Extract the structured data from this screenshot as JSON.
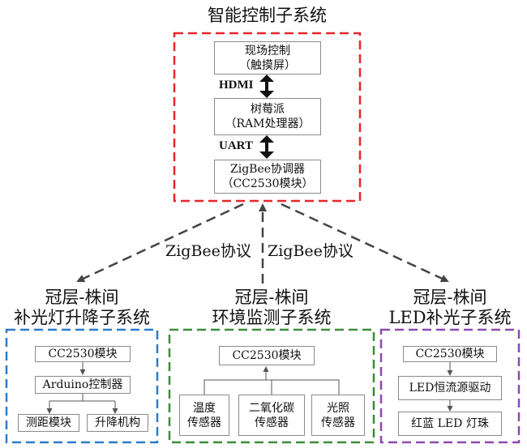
{
  "main": {
    "title": "智能控制子系统",
    "boxes": [
      {
        "line1": "现场控制",
        "line2": "（触摸屏）"
      },
      {
        "line1": "树莓派",
        "line2": "（RAM处理器）"
      },
      {
        "line1": "ZigBee协调器",
        "line2": "（CC2530模块）"
      }
    ],
    "link1": "HDMI",
    "link2": "UART"
  },
  "protocols": [
    "ZigBee协议",
    "ZigBee协议"
  ],
  "subsystems": [
    {
      "title_line1": "冠层-株间",
      "title_line2": "补光灯升降子系统",
      "module": "CC2530模块",
      "controller": "Arduino控制器",
      "leaves": [
        "测距模块",
        "升降机构"
      ]
    },
    {
      "title_line1": "冠层-株间",
      "title_line2": "环境监测子系统",
      "module": "CC2530模块",
      "sensors": [
        {
          "line1": "温度",
          "line2": "传感器"
        },
        {
          "line1": "二氧化碳",
          "line2": "传感器"
        },
        {
          "line1": "光照",
          "line2": "传感器"
        }
      ]
    },
    {
      "title_line1": "冠层-株间",
      "title_line2": "LED补光子系统",
      "module": "CC2530模块",
      "driver": "LED恒流源驱动",
      "led": "红蓝 LED 灯珠"
    }
  ],
  "colors": {
    "main_frame": "#e8262a",
    "left_frame": "#2a7cc9",
    "mid_frame": "#3d8c3a",
    "right_frame": "#8a4bb0",
    "connector": "#444444"
  }
}
